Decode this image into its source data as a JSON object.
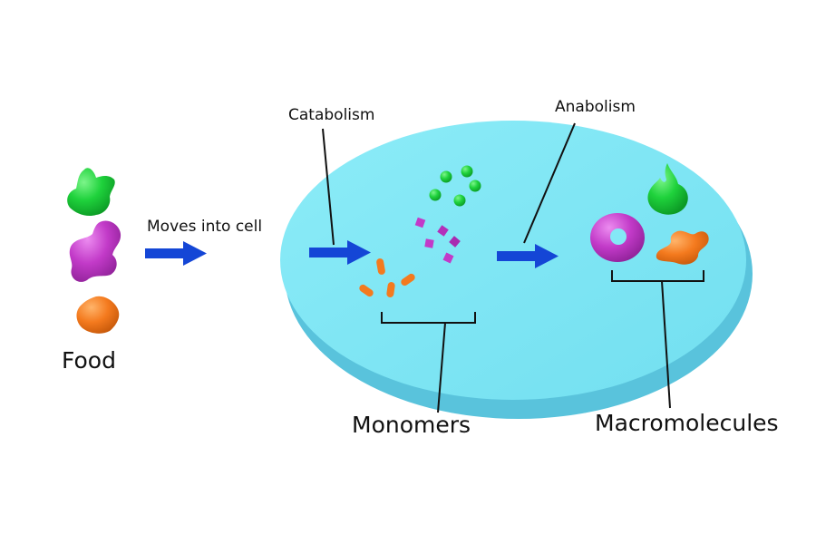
{
  "labels": {
    "catabolism": "Catabolism",
    "anabolism": "Anabolism",
    "moves_into_cell": "Moves into cell",
    "food": "Food",
    "monomers": "Monomers",
    "macromolecules": "Macromolecules"
  },
  "colors": {
    "cell_top": "#84e8f6",
    "cell_side": "#5cc8de",
    "arrow": "#1446d6",
    "green": "#1fd23c",
    "magenta": "#c23ac8",
    "orange": "#f47a1e",
    "line": "#111111"
  }
}
